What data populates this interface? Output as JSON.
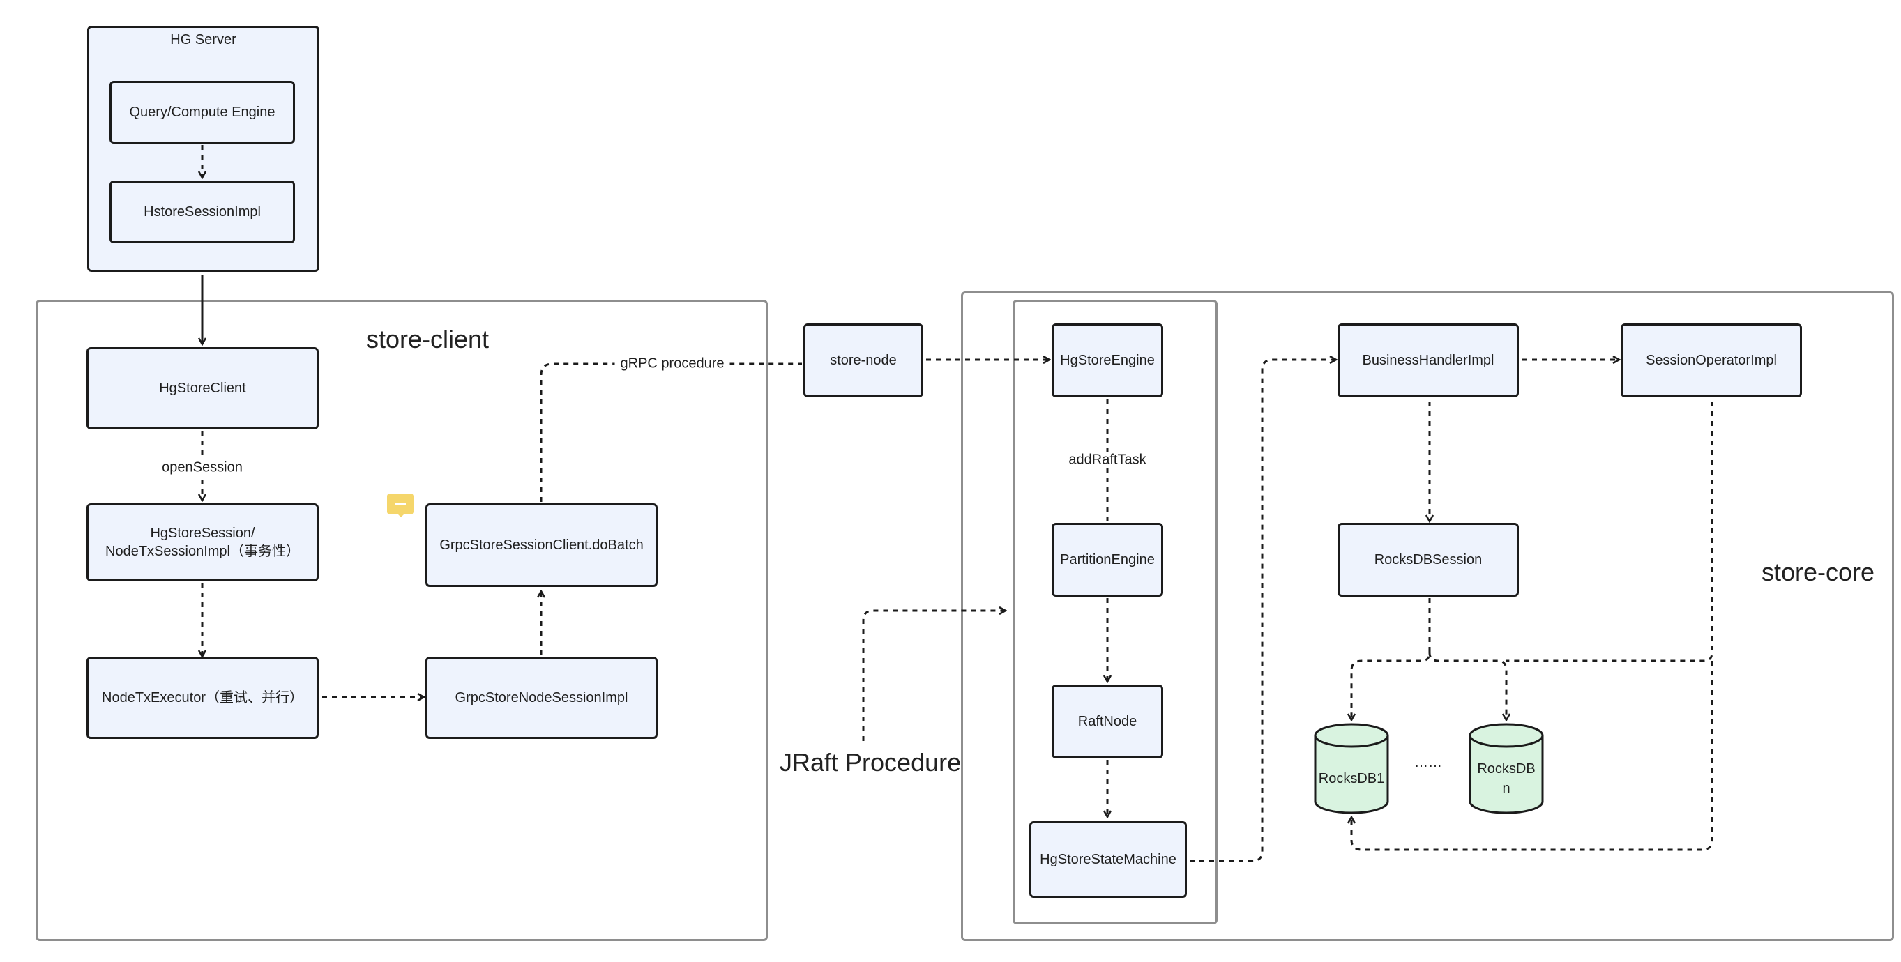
{
  "hg_server": {
    "title": "HG Server",
    "query_engine": "Query/Compute Engine",
    "session_impl": "HstoreSessionImpl"
  },
  "store_client": {
    "title": "store-client",
    "hg_store_client": "HgStoreClient",
    "open_session_label": "openSession",
    "hg_store_session": "HgStoreSession/\nNodeTxSessionImpl（事务性）",
    "node_tx_executor": "NodeTxExecutor（重试、并行）",
    "grpc_node_session": "GrpcStoreNodeSessionImpl",
    "grpc_session_client": "GrpcStoreSessionClient.doBatch",
    "grpc_procedure_label": "gRPC procedure"
  },
  "store_node": "store-node",
  "jraft_procedure": "JRaft Procedure",
  "store_core": {
    "title": "store-core",
    "hg_store_engine": "HgStoreEngine",
    "add_raft_task_label": "addRaftTask",
    "partition_engine": "PartitionEngine",
    "raft_node": "RaftNode",
    "state_machine": "HgStoreStateMachine",
    "business_handler": "BusinessHandlerImpl",
    "session_operator": "SessionOperatorImpl",
    "rocksdb_session": "RocksDBSession",
    "rocksdb1": "RocksDB1",
    "ellipsis": "……",
    "rocksdbn": "RocksDB\nn"
  },
  "colors": {
    "node_fill": "#eef3fd",
    "cylinder_fill": "#d9f3e0",
    "container_border": "#8e8e8e",
    "note_icon": "#f5d66b"
  }
}
